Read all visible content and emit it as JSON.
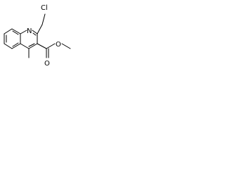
{
  "molecule": {
    "atom_labels": {
      "chlorine": "Cl",
      "ring_nitrogen": "N",
      "ester_oxygen_carbonyl": "O",
      "ester_oxygen_methoxy": "O"
    }
  }
}
